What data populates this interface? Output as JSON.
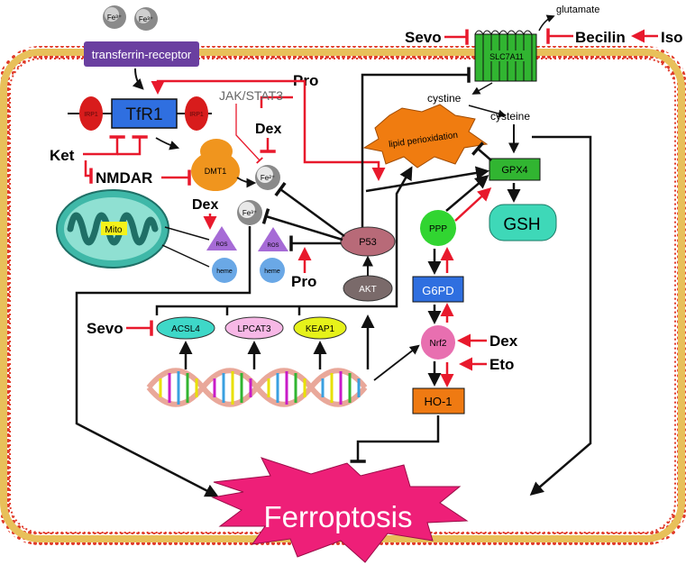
{
  "ions": {
    "fe3": "Fe³⁺",
    "fe2": "Fe²⁺"
  },
  "labels": {
    "transferrin_receptor": "transferrin-receptor",
    "irp1": "IRP1",
    "tfr1": "TfR1",
    "jak_stat3": "JAK/STAT3",
    "dmt1": "DMT1",
    "nmdar": "NMDAR",
    "mito": "Mito",
    "ros": "ROS",
    "heme": "heme",
    "p53": "P53",
    "akt": "AKT",
    "acsl4": "ACSL4",
    "lpcat3": "LPCAT3",
    "keap1": "KEAP1",
    "slc7a11": "SLC7A11",
    "glutamate": "glutamate",
    "cystine": "cystine",
    "cysteine": "cysteine",
    "lipid_peroxidation": "lipid perioxidation",
    "gpx4": "GPX4",
    "gsh": "GSH",
    "ppp": "PPP",
    "g6pd": "G6PD",
    "nrf2": "Nrf2",
    "ho1": "HO-1",
    "ferroptosis": "Ferroptosis"
  },
  "drugs": {
    "pro": "Pro",
    "dex": "Dex",
    "ket": "Ket",
    "sevo": "Sevo",
    "becilin": "Becilin",
    "iso": "Iso",
    "eto": "Eto"
  },
  "colors": {
    "membrane": "#e8c05a",
    "membrane_dots": "#e03a2a",
    "inhibit_red": "#e8192c",
    "arrow_black": "#111111",
    "transferrin_receptor": "#6a3fa0",
    "irp1": "#d81c1c",
    "tfr1": "#2f6fe0",
    "dmt1": "#f0951e",
    "mito": "#3fb8a8",
    "ros": "#a66bd6",
    "heme": "#6aa8e6",
    "p53": "#b86a78",
    "akt": "#7a6a6a",
    "acsl4": "#3ed8c8",
    "lpcat3": "#f7b8e6",
    "keap1": "#e6f21a",
    "slc7a11": "#31b531",
    "lipid_peroxidation": "#f07c10",
    "gpx4": "#31b531",
    "gsh": "#3ed8b8",
    "ppp": "#31d531",
    "g6pd": "#2f6fe0",
    "nrf2": "#e86fb0",
    "ho1": "#ef7a12",
    "ferroptosis": "#ee1f78"
  }
}
